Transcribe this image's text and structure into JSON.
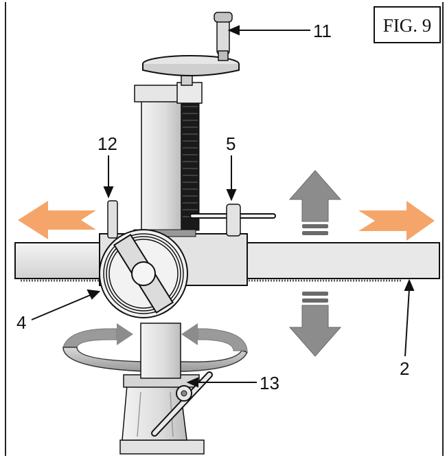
{
  "figure": {
    "label": "FIG. 9"
  },
  "callouts": [
    {
      "id": "11",
      "text": "11"
    },
    {
      "id": "12",
      "text": "12"
    },
    {
      "id": "5",
      "text": "5"
    },
    {
      "id": "4",
      "text": "4"
    },
    {
      "id": "2",
      "text": "2"
    },
    {
      "id": "13",
      "text": "13"
    }
  ],
  "colors": {
    "orange_arrow": "#f5a56a",
    "gray_arrow": "#8c8c8c",
    "gray_dark": "#6a6a6a",
    "outline": "#111111",
    "metal_light": "#e6e6e6",
    "metal_mid": "#c9c9c9"
  },
  "icons": {
    "left_arrow": "orange-left-arrow-icon",
    "right_arrow": "orange-right-arrow-icon",
    "up_arrow": "gray-up-arrow-icon",
    "down_arrow": "gray-down-arrow-icon",
    "rotation_arrows": "rotation-arrows-icon"
  }
}
